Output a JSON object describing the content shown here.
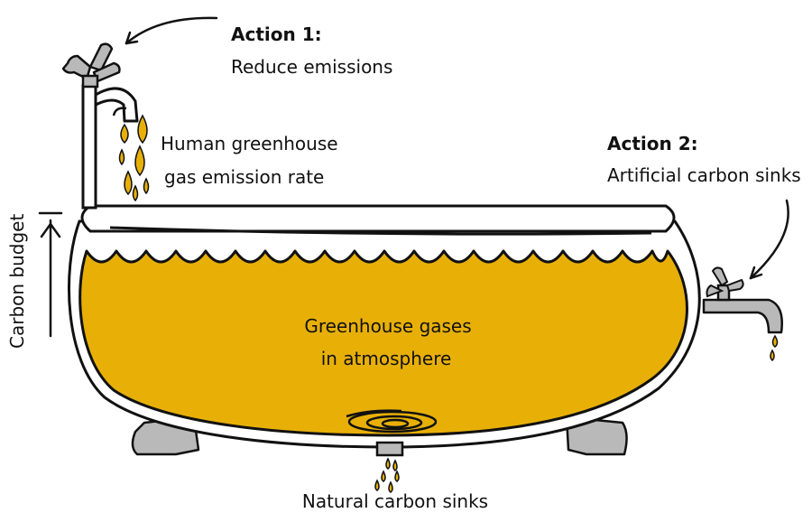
{
  "labels": {
    "action1_title": "Action 1:",
    "action1_text": "Reduce emissions",
    "emission_line1": "Human greenhouse",
    "emission_line2": "gas emission rate",
    "action2_title": "Action 2:",
    "action2_text": "Artificial carbon sinks",
    "carbon_budget": "Carbon budget",
    "atmosphere_line1": "Greenhouse gases",
    "atmosphere_line2": "in atmosphere",
    "natural_sinks": "Natural carbon sinks"
  },
  "colors": {
    "water": "#E8B007",
    "drop": "#E8B007",
    "outline": "#111111",
    "metal": "#B9B9B9"
  }
}
